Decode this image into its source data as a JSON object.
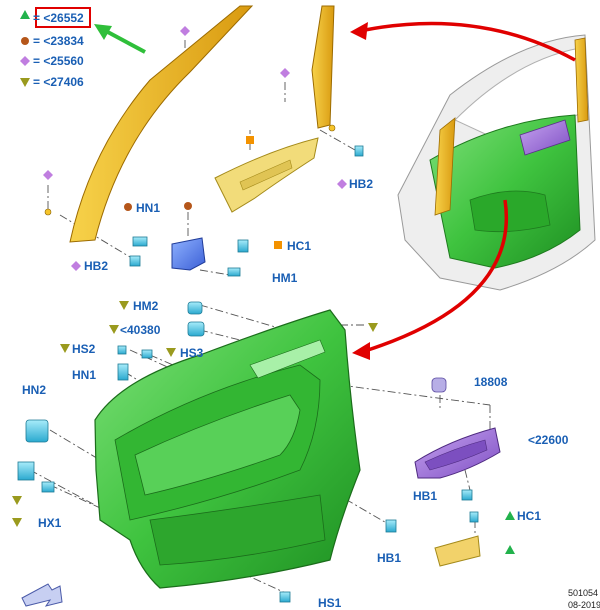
{
  "colors": {
    "label_blue": "#1a5fb4",
    "triangle_green": "#22b24c",
    "circle_brown": "#b5561a",
    "diamond_violet": "#c07ee0",
    "triangle_olive": "#9a9a1e",
    "square_orange": "#f39200",
    "panel_green": "#3fc33f",
    "trim_yellow": "#e8b417",
    "handle_purple": "#9a6bd6",
    "clip_cyan": "#59c9e6",
    "callout_red": "#e00000",
    "highlight_box": "#e00000",
    "arrow_green": "#2fbf3a"
  },
  "legend": [
    {
      "symbol": "green-triangle",
      "text": "= <26552",
      "highlighted": true
    },
    {
      "symbol": "brown-circle",
      "text": "= <23834"
    },
    {
      "symbol": "violet-diamond",
      "text": "= <25560"
    },
    {
      "symbol": "olive-triangle",
      "text": "= <27406"
    }
  ],
  "labels": {
    "hn1_top": "HN1",
    "hb2_left": "HB2",
    "hb2_right": "HB2",
    "hc1_top": "HC1",
    "hm1": "HM1",
    "hm2": "HM2",
    "p40380": "<40380",
    "hs2": "HS2",
    "hs3": "HS3",
    "hn1_mid": "HN1",
    "hn2": "HN2",
    "hx1": "HX1",
    "p18808": "18808",
    "p22600": "<22600",
    "hb1_right": "HB1",
    "hc1_bottom": "HC1",
    "hb1_bottom": "HB1",
    "hs1": "HS1"
  },
  "footer": {
    "ref_line1": "501054",
    "ref_line2": "08-2019"
  }
}
